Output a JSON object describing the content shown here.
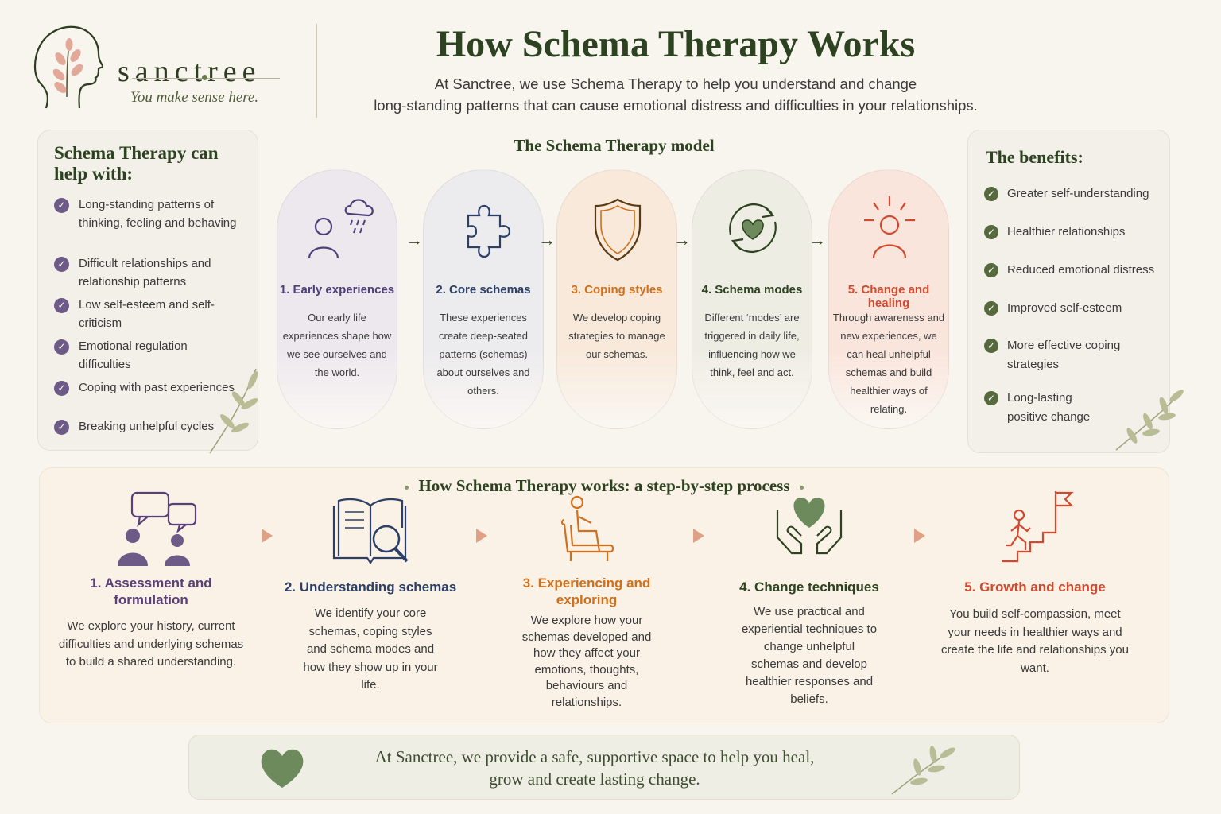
{
  "brand": {
    "name": "sanctree",
    "tagline": "You make sense here."
  },
  "header": {
    "title": "How Schema Therapy Works",
    "intro_line1": "At Sanctree, we use Schema Therapy to help you understand and change",
    "intro_line2": "long-standing patterns that can cause emotional distress and difficulties in your relationships."
  },
  "help": {
    "title": "Schema Therapy can help with:",
    "items": [
      "Long-standing patterns of thinking, feeling and behaving",
      "Difficult relationships and relationship patterns",
      "Low self-esteem and self-criticism",
      "Emotional regulation difficulties",
      "Coping with past experiences",
      "Breaking unhelpful cycles"
    ]
  },
  "model": {
    "title": "The Schema Therapy model",
    "cards": [
      {
        "heading": "1. Early experiences",
        "text": "Our early life experiences shape how we see ourselves and the world.",
        "icon": "person-rain-cloud-icon",
        "color": "#4f3f78",
        "bg": "#ede8ee"
      },
      {
        "heading": "2. Core schemas",
        "text": "These experiences create deep-seated patterns (schemas) about ourselves and others.",
        "icon": "puzzle-piece-icon",
        "color": "#2b3f67",
        "bg": "#ecebed"
      },
      {
        "heading": "3. Coping styles",
        "text": "We develop coping strategies to manage our schemas.",
        "icon": "shield-icon",
        "color": "#d0701c",
        "bg": "#f8e9db"
      },
      {
        "heading": "4. Schema modes",
        "text": "Different ‘modes’ are triggered in daily life, influencing how we think, feel and act.",
        "icon": "cycle-heart-icon",
        "color": "#2c4220",
        "bg": "#eeede4"
      },
      {
        "heading": "5. Change and healing",
        "text": "Through awareness and new experiences, we can heal unhelpful schemas and build healthier ways of relating.",
        "icon": "person-sunrise-icon",
        "color": "#d1492e",
        "bg": "#fae5dc"
      }
    ]
  },
  "benefits": {
    "title": "The benefits:",
    "items": [
      "Greater self-understanding",
      "Healthier relationships",
      "Reduced emotional distress",
      "Improved self-esteem",
      "More effective coping strategies",
      "Long-lasting positive change"
    ]
  },
  "process": {
    "title": "How Schema Therapy works: a step-by-step process",
    "steps": [
      {
        "heading": "1. Assessment and formulation",
        "text": "We explore your history, current difficulties and underlying schemas to build a shared understanding.",
        "icon": "conversation-icon",
        "color": "#5a3f78"
      },
      {
        "heading": "2. Understanding schemas",
        "text": "We identify your core schemas, coping styles and schema modes and how they show up in your life.",
        "icon": "book-magnifier-icon",
        "color": "#2b3f67"
      },
      {
        "heading": "3. Experiencing and exploring",
        "text": "We explore how your schemas developed and how they affect your emotions, thoughts, behaviours and relationships.",
        "icon": "person-armchair-icon",
        "color": "#d0701c"
      },
      {
        "heading": "4. Change techniques",
        "text": "We use practical and experiential techniques to change unhelpful schemas and develop healthier responses and beliefs.",
        "icon": "hands-heart-icon",
        "color": "#2c4220"
      },
      {
        "heading": "5. Growth and change",
        "text": "You build self-compassion, meet your needs in healthier ways and create the life and relationships you want.",
        "icon": "stairs-flag-icon",
        "color": "#d1492e"
      }
    ]
  },
  "footer": {
    "line1": "At Sanctree, we provide a safe, supportive space to help you heal,",
    "line2": "grow and create lasting change."
  }
}
